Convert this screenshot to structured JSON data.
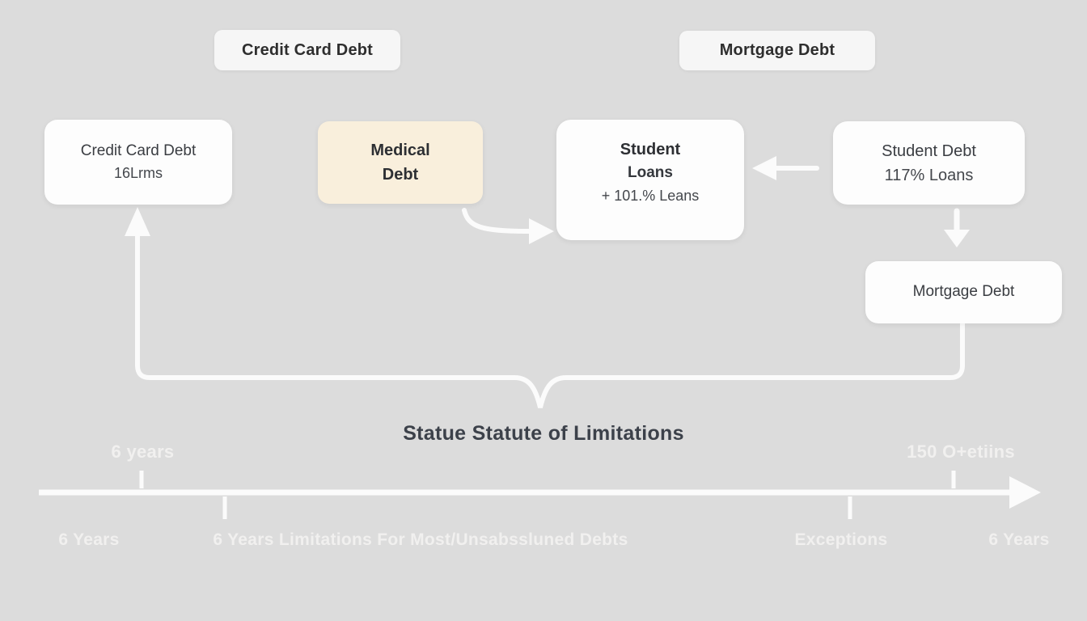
{
  "colors": {
    "background": "#dcdcdc",
    "node_white": "#fdfdfd",
    "medical_node_bg": "#f9efdc",
    "connector_white": "#fbfbfb",
    "dark_text": "#3a3d42",
    "light_text": "#f1f0ef"
  },
  "pills": {
    "credit_card": "Credit Card Debt",
    "mortgage": "Mortgage Debt"
  },
  "boxes": {
    "credit_card": {
      "lines": [
        "Credit Card Debt",
        "16Lrms"
      ]
    },
    "medical": {
      "lines": [
        "Medical",
        "Debt"
      ]
    },
    "student_loans": {
      "lines": [
        "Student",
        "Loans",
        "+ 101.% Leans"
      ]
    },
    "student_debt": {
      "lines": [
        "Student Debt",
        "117% Loans"
      ]
    },
    "mortgage": {
      "lines": [
        "Mortgage Debt"
      ]
    }
  },
  "title": "Statue Statute of Limitations",
  "timeline": {
    "label_left_above": "6 years",
    "label_right_above": "150 O+etiins",
    "bottom_labels": [
      "6 Years",
      "6 Years Limitations For Most/Unsabssluned Debts",
      "Exceptions",
      "6 Years"
    ]
  }
}
